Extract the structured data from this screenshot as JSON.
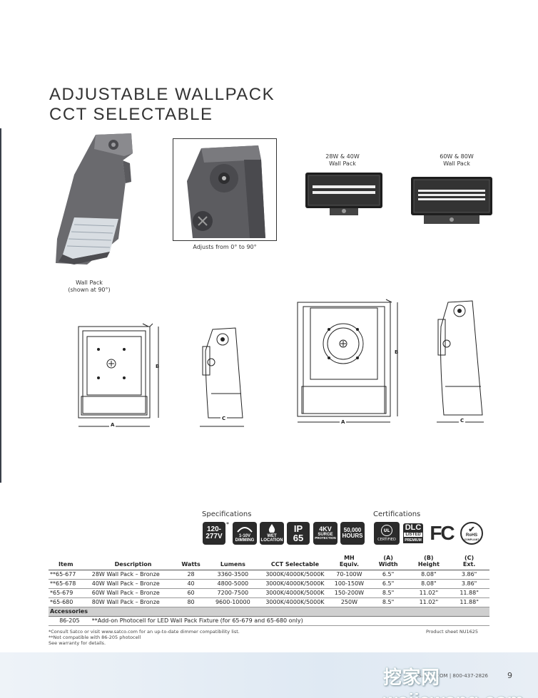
{
  "title_line1": "ADJUSTABLE WALLPACK",
  "title_line2": "CCT SELECTABLE",
  "captions": {
    "wallpack_1": "Wall Pack",
    "wallpack_2": "(shown at 90°)",
    "adjusts": "Adjusts from 0° to 90°",
    "small_1": "28W & 40W",
    "small_2": "Wall Pack",
    "large_1": "60W & 80W",
    "large_2": "Wall Pack"
  },
  "dims": {
    "a": "A",
    "b": "B",
    "c": "C"
  },
  "specifications_heading": "Specifications",
  "certifications_heading": "Certifications",
  "badges": {
    "voltage_1": "120-",
    "voltage_2": "277V",
    "voltage_mark": "*",
    "dimming_1": "1-10V",
    "dimming_2": "DIMMING",
    "wet_1": "WET",
    "wet_2": "LOCATION",
    "ip_1": "IP",
    "ip_2": "65",
    "surge_1": "4KV",
    "surge_2": "SURGE",
    "surge_3": "PROTECTION",
    "hours_1": "50,000",
    "hours_2": "HOURS"
  },
  "certs": {
    "ul_inner": "UL",
    "ul_text": "CERTIFIED",
    "dlc_1": "DLC",
    "dlc_2": "LISTED",
    "dlc_3": "PREMIUM",
    "fcc": "FC",
    "rohs_1": "RoHS",
    "rohs_2": "COMPLIANT"
  },
  "table": {
    "headers": [
      "Item",
      "Description",
      "Watts",
      "Lumens",
      "CCT Selectable",
      "MH",
      "Equiv.",
      "(A)",
      "Width",
      "(B)",
      "Height",
      "(C)",
      "Ext."
    ],
    "rows": [
      [
        "**65-677",
        "28W Wall Pack – Bronze",
        "28",
        "3360-3500",
        "3000K/4000K/5000K",
        "70-100W",
        "6.5\"",
        "8.08\"",
        "3.86\""
      ],
      [
        "**65-678",
        "40W Wall Pack – Bronze",
        "40",
        "4800-5000",
        "3000K/4000K/5000K",
        "100-150W",
        "6.5\"",
        "8.08\"",
        "3.86\""
      ],
      [
        "*65-679",
        "60W Wall Pack – Bronze",
        "60",
        "7200-7500",
        "3000K/4000K/5000K",
        "150-200W",
        "8.5\"",
        "11.02\"",
        "11.88\""
      ],
      [
        "*65-680",
        "80W Wall Pack – Bronze",
        "80",
        "9600-10000",
        "3000K/4000K/5000K",
        "250W",
        "8.5\"",
        "11.02\"",
        "11.88\""
      ]
    ],
    "accessories_label": "Accessories",
    "accessory_item": "86-205",
    "accessory_desc": "**Add-on Photocell for LED Wall Pack Fixture (for 65-679 and 65-680 only)"
  },
  "footnotes": [
    "*Consult Satco or visit www.satco.com for an up-to-date dimmer compatibility list.",
    "**Not compatible with 86-205 photocell",
    "See warranty for details."
  ],
  "product_sheet": "Product sheet NU1625",
  "footer_contact": "SATCO.COM | 800-437-2826",
  "page_number": "9",
  "watermark": "挖家网 wajiawang.com"
}
